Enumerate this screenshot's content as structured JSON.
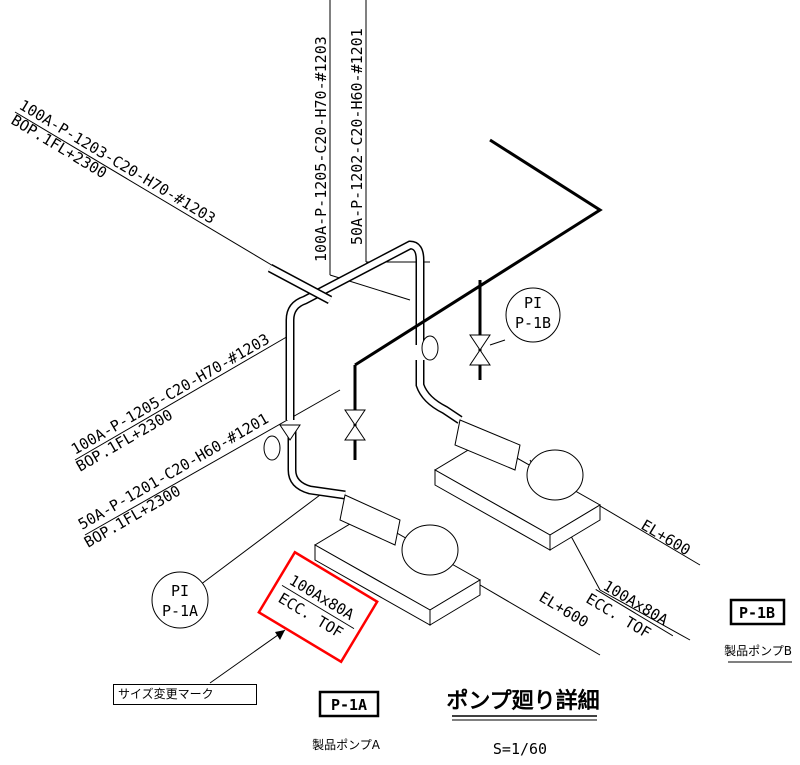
{
  "labels": {
    "line_top_left": "100A-P-1203-C20-H70-#1203",
    "line_top_left_elev": "BOP.1FL+2300",
    "line_vert_1": "100A-P-1205-C20-H70-#1203",
    "line_vert_2": "50A-P-1202-C20-H60-#1201",
    "line_mid_left": "100A-P-1205-C20-H70-#1203",
    "line_mid_left_elev": "BOP.1FL+2300",
    "line_low_left": "50A-P-1201-C20-H60-#1201",
    "line_low_left_elev": "BOP.1FL+2300"
  },
  "instruments": {
    "pi_a": {
      "type": "PI",
      "tag": "P-1A"
    },
    "pi_b": {
      "type": "PI",
      "tag": "P-1B"
    }
  },
  "reducer_a": {
    "size": "100Ax80A",
    "type": "ECC. TOF"
  },
  "reducer_b": {
    "size": "100Ax80A",
    "type": "ECC. TOF"
  },
  "elevation_a": "EL+600",
  "elevation_b": "EL+600",
  "callout": {
    "text": "サイズ変更マーク",
    "highlight_color": "#ff0000"
  },
  "pump_a": {
    "tag": "P-1A",
    "name": "製品ポンプA"
  },
  "pump_b": {
    "tag": "P-1B",
    "name": "製品ポンプB"
  },
  "title": {
    "text": "ポンプ廻り詳細",
    "scale": "S=1/60"
  }
}
